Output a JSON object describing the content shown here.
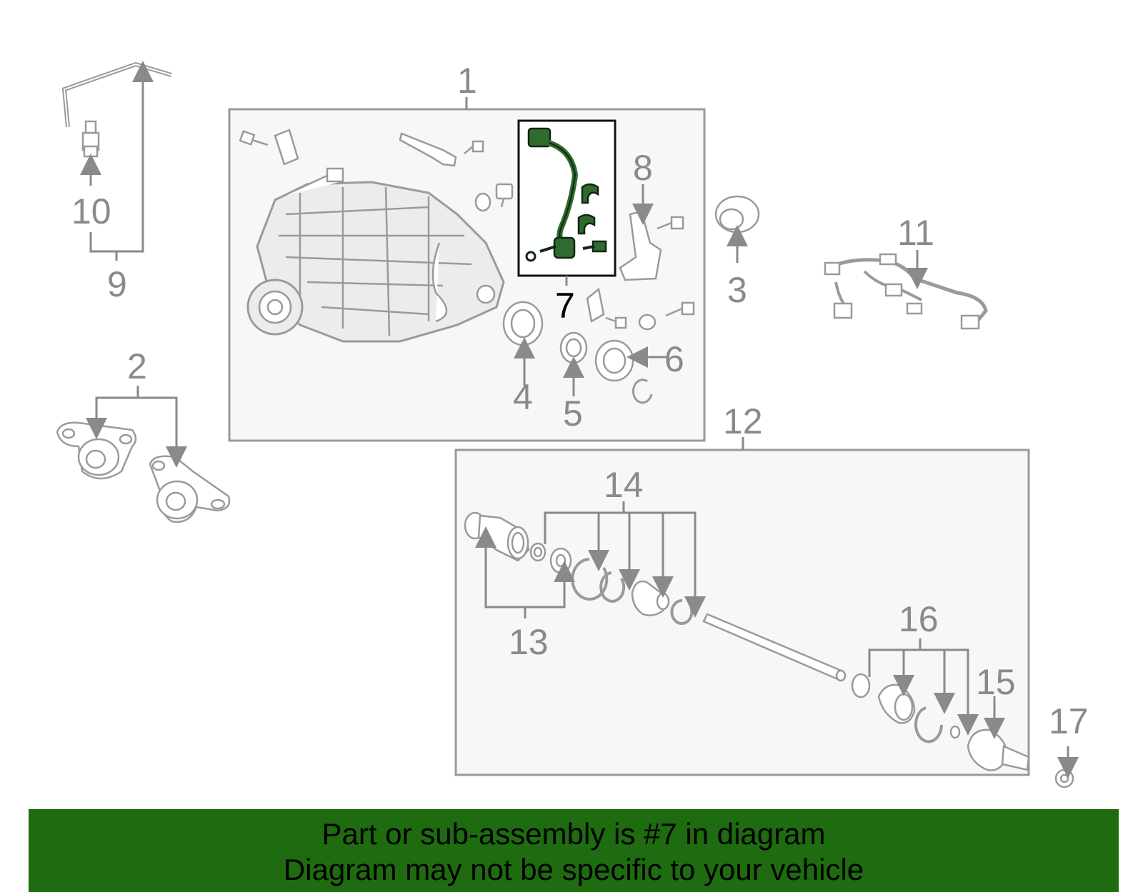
{
  "callouts": {
    "c1": "1",
    "c2": "2",
    "c3": "3",
    "c4": "4",
    "c5": "5",
    "c6": "6",
    "c7": "7",
    "c8": "8",
    "c9": "9",
    "c10": "10",
    "c11": "11",
    "c12": "12",
    "c13": "13",
    "c14": "14",
    "c15": "15",
    "c16": "16",
    "c17": "17"
  },
  "banner": {
    "line1": "Part or sub-assembly is #7 in diagram",
    "line2": "Diagram may not be specific to your vehicle"
  },
  "colors": {
    "banner_bg": "#1e6b10",
    "highlight_part": "#2f6b2f",
    "line_art": "#9a9a9a"
  }
}
